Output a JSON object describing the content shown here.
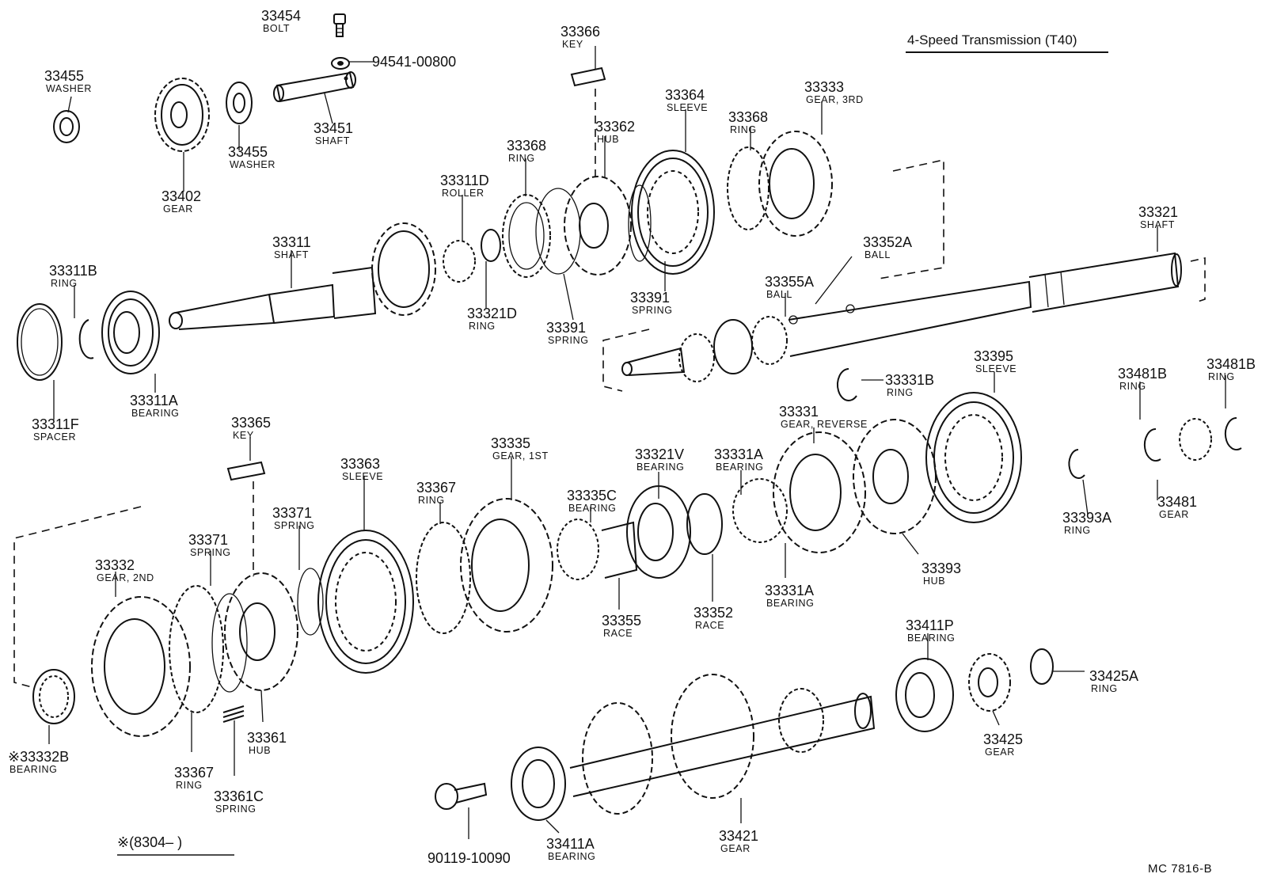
{
  "title": "4-Speed Transmission (T40)",
  "footer": {
    "code": "MC 7816-B",
    "note": "※(8304–       )"
  },
  "parts": [
    {
      "id": "p33454",
      "number": "33454",
      "name": "BOLT"
    },
    {
      "id": "p94541",
      "number": "94541-00800",
      "name": ""
    },
    {
      "id": "p33366",
      "number": "33366",
      "name": "KEY"
    },
    {
      "id": "p33455a",
      "number": "33455",
      "name": "WASHER"
    },
    {
      "id": "p33455b",
      "number": "33455",
      "name": "WASHER"
    },
    {
      "id": "p33451",
      "number": "33451",
      "name": "SHAFT"
    },
    {
      "id": "p33402",
      "number": "33402",
      "name": "GEAR"
    },
    {
      "id": "p33362",
      "number": "33362",
      "name": "HUB"
    },
    {
      "id": "p33364",
      "number": "33364",
      "name": "SLEEVE"
    },
    {
      "id": "p33333",
      "number": "33333",
      "name": "GEAR, 3RD"
    },
    {
      "id": "p33368a",
      "number": "33368",
      "name": "RING"
    },
    {
      "id": "p33368b",
      "number": "33368",
      "name": "RING"
    },
    {
      "id": "p33311D",
      "number": "33311D",
      "name": "ROLLER"
    },
    {
      "id": "p33311",
      "number": "33311",
      "name": "SHAFT"
    },
    {
      "id": "p33311B",
      "number": "33311B",
      "name": "RING"
    },
    {
      "id": "p33321",
      "number": "33321",
      "name": "SHAFT"
    },
    {
      "id": "p33352A",
      "number": "33352A",
      "name": "BALL"
    },
    {
      "id": "p33355A",
      "number": "33355A",
      "name": "BALL"
    },
    {
      "id": "p33391a",
      "number": "33391",
      "name": "SPRING"
    },
    {
      "id": "p33391b",
      "number": "33391",
      "name": "SPRING"
    },
    {
      "id": "p33321D",
      "number": "33321D",
      "name": "RING"
    },
    {
      "id": "p33311A",
      "number": "33311A",
      "name": "BEARING"
    },
    {
      "id": "p33311F",
      "number": "33311F",
      "name": "SPACER"
    },
    {
      "id": "p33331B",
      "number": "33331B",
      "name": "RING"
    },
    {
      "id": "p33395",
      "number": "33395",
      "name": "SLEEVE"
    },
    {
      "id": "p33481Ba",
      "number": "33481B",
      "name": "RING"
    },
    {
      "id": "p33481Bb",
      "number": "33481B",
      "name": "RING"
    },
    {
      "id": "p33331",
      "number": "33331",
      "name": "GEAR, REVERSE"
    },
    {
      "id": "p33365",
      "number": "33365",
      "name": "KEY"
    },
    {
      "id": "p33335",
      "number": "33335",
      "name": "GEAR, 1ST"
    },
    {
      "id": "p33321V",
      "number": "33321V",
      "name": "BEARING"
    },
    {
      "id": "p33331Aa",
      "number": "33331A",
      "name": "BEARING"
    },
    {
      "id": "p33363",
      "number": "33363",
      "name": "SLEEVE"
    },
    {
      "id": "p33367a",
      "number": "33367",
      "name": "RING"
    },
    {
      "id": "p33335C",
      "number": "33335C",
      "name": "BEARING"
    },
    {
      "id": "p33371a",
      "number": "33371",
      "name": "SPRING"
    },
    {
      "id": "p33371b",
      "number": "33371",
      "name": "SPRING"
    },
    {
      "id": "p33481",
      "number": "33481",
      "name": "GEAR"
    },
    {
      "id": "p33393A",
      "number": "33393A",
      "name": "RING"
    },
    {
      "id": "p33332",
      "number": "33332",
      "name": "GEAR, 2ND"
    },
    {
      "id": "p33393",
      "number": "33393",
      "name": "HUB"
    },
    {
      "id": "p33331Ab",
      "number": "33331A",
      "name": "BEARING"
    },
    {
      "id": "p33355",
      "number": "33355",
      "name": "RACE"
    },
    {
      "id": "p33352",
      "number": "33352",
      "name": "RACE"
    },
    {
      "id": "p33411P",
      "number": "33411P",
      "name": "BEARING"
    },
    {
      "id": "p33425A",
      "number": "33425A",
      "name": "RING"
    },
    {
      "id": "p33361",
      "number": "33361",
      "name": "HUB"
    },
    {
      "id": "p33332B",
      "number": "※33332B",
      "name": "BEARING"
    },
    {
      "id": "p33367b",
      "number": "33367",
      "name": "RING"
    },
    {
      "id": "p33361C",
      "number": "33361C",
      "name": "SPRING"
    },
    {
      "id": "p33425",
      "number": "33425",
      "name": "GEAR"
    },
    {
      "id": "p33421",
      "number": "33421",
      "name": "GEAR"
    },
    {
      "id": "p33411A",
      "number": "33411A",
      "name": "BEARING"
    },
    {
      "id": "p90119",
      "number": "90119-10090",
      "name": ""
    }
  ]
}
